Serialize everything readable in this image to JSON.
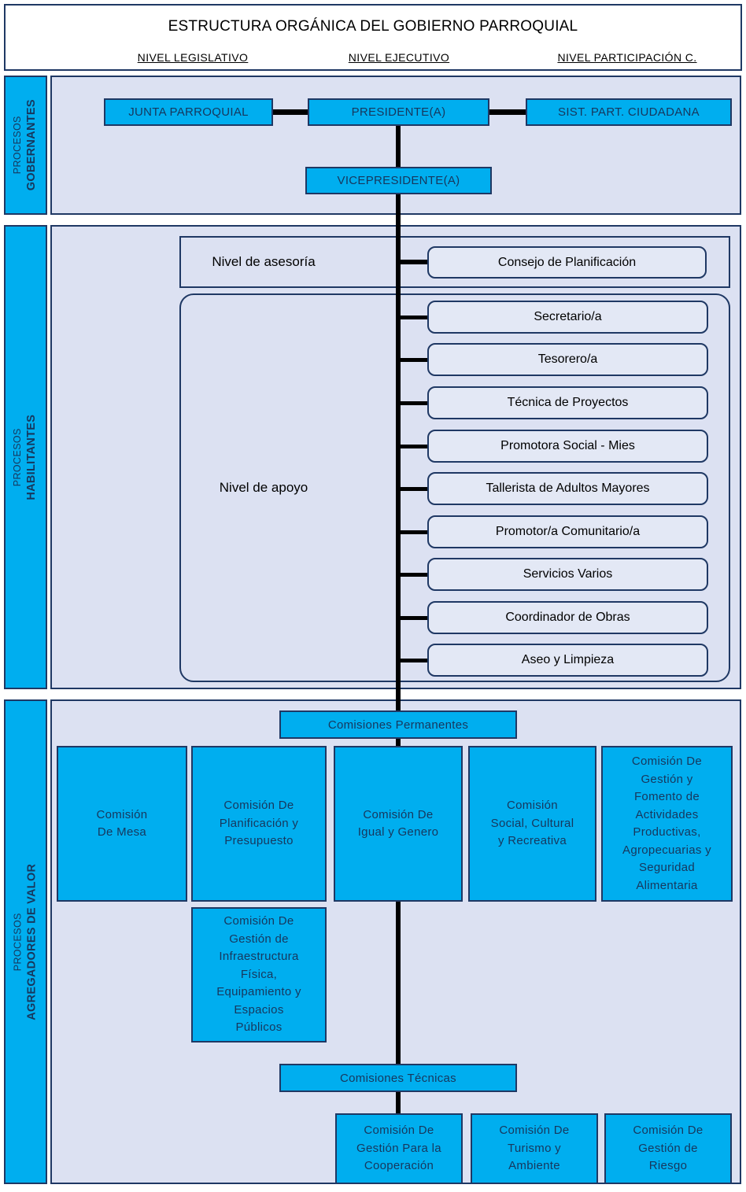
{
  "colors": {
    "cyan": "#00AEEF",
    "band_background": "#DCE1F2",
    "item_background": "#E3E8F5",
    "border_navy": "#1F3864",
    "connector_black": "#000000"
  },
  "header": {
    "title": "ESTRUCTURA ORGÁNICA DEL GOBIERNO PARROQUIAL",
    "levels": {
      "legislativo": "NIVEL LEGISLATIVO",
      "ejecutivo": "NIVEL EJECUTIVO",
      "participacion": "NIVEL PARTICIPACIÓN C."
    }
  },
  "gobernantes": {
    "strip_top": "PROCESOS",
    "strip_main": "GOBERNANTES",
    "junta": "JUNTA PARROQUIAL",
    "presidente": "PRESIDENTE(A)",
    "sist_part": "SIST. PART. CIUDADANA",
    "vicepresidente": "VICEPRESIDENTE(A)"
  },
  "habilitantes": {
    "strip_top": "PROCESOS",
    "strip_main": "HABILITANTES",
    "asesoria_label": "Nivel de asesoría",
    "consejo": "Consejo de Planificación",
    "apoyo_label": "Nivel de apoyo",
    "apoyo_items": [
      "Secretario/a",
      "Tesorero/a",
      "Técnica de Proyectos",
      "Promotora Social - Mies",
      "Tallerista de Adultos Mayores",
      "Promotor/a Comunitario/a",
      "Servicios Varios",
      "Coordinador de Obras",
      "Aseo y Limpieza"
    ]
  },
  "agregadores": {
    "strip_top": "PROCESOS",
    "strip_main": "AGREGADORES DE VALOR",
    "permanentes_header": "Comisiones Permanentes",
    "permanentes": [
      "Comisión\nDe Mesa",
      "Comisión De\nPlanificación y\nPresupuesto",
      "Comisión De\nIgual y Genero",
      "Comisión\nSocial, Cultural\ny Recreativa",
      "Comisión De\nGestión y\nFomento de\nActividades\nProductivas,\nAgropecuarias y\nSeguridad\nAlimentaria"
    ],
    "infraestructura": "Comisión De\nGestión de\nInfraestructura\nFísica,\nEquipamiento y\nEspacios\nPúblicos",
    "tecnicas_header": "Comisiones Técnicas",
    "tecnicas": [
      "Comisión De\nGestión Para la\nCooperación",
      "Comisión De\nTurismo y\nAmbiente",
      "Comisión De\nGestión de\nRiesgo"
    ]
  }
}
